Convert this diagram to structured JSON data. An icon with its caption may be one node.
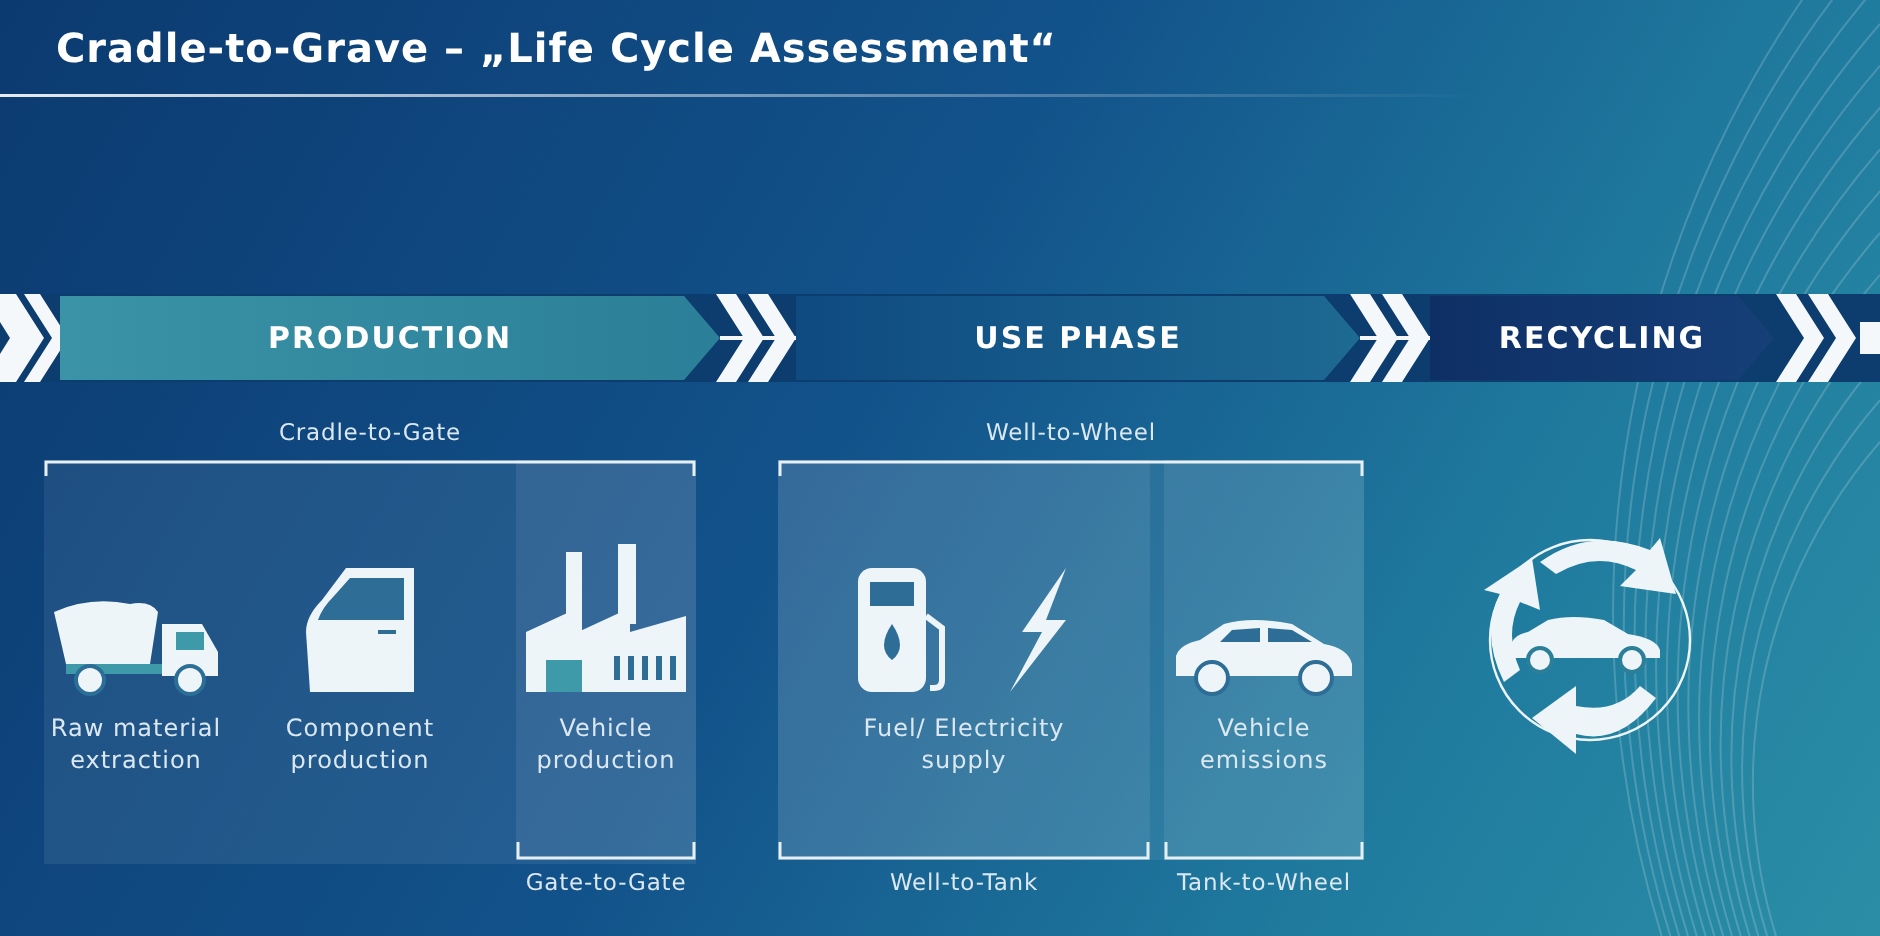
{
  "diagram": {
    "title": "Cradle-to-Grave – „Life Cycle Assessment“",
    "nodes": [
      {
        "text": [
          "PRODUCTION"
        ]
      },
      {
        "text": [
          "USE PHASE"
        ]
      },
      {
        "text": [
          "RECYCLING"
        ]
      },
      {
        "text": [
          "Cradle-to-Gate"
        ]
      },
      {
        "text": [
          "Raw material extraction"
        ],
        "in": 3
      },
      {
        "text": [
          "Component production"
        ],
        "in": 3
      },
      {
        "text": [
          "Gate-to-Gate"
        ],
        "in": 3
      },
      {
        "text": [
          "Vehicle production"
        ],
        "in": 6
      },
      {
        "text": [
          "Well-to-Wheel"
        ]
      },
      {
        "text": [
          "Well-to-Tank"
        ],
        "in": 8
      },
      {
        "text": [
          "Fuel/ Electricity supply"
        ],
        "in": 9
      },
      {
        "text": [
          "Tank-to-Wheel"
        ],
        "in": 8
      },
      {
        "text": [
          "Vehicle emissions"
        ],
        "in": 11
      }
    ],
    "edges": [
      {
        "from": 0,
        "to": 1,
        "arrow": "to"
      },
      {
        "from": 1,
        "to": 2,
        "arrow": "to"
      }
    ]
  }
}
